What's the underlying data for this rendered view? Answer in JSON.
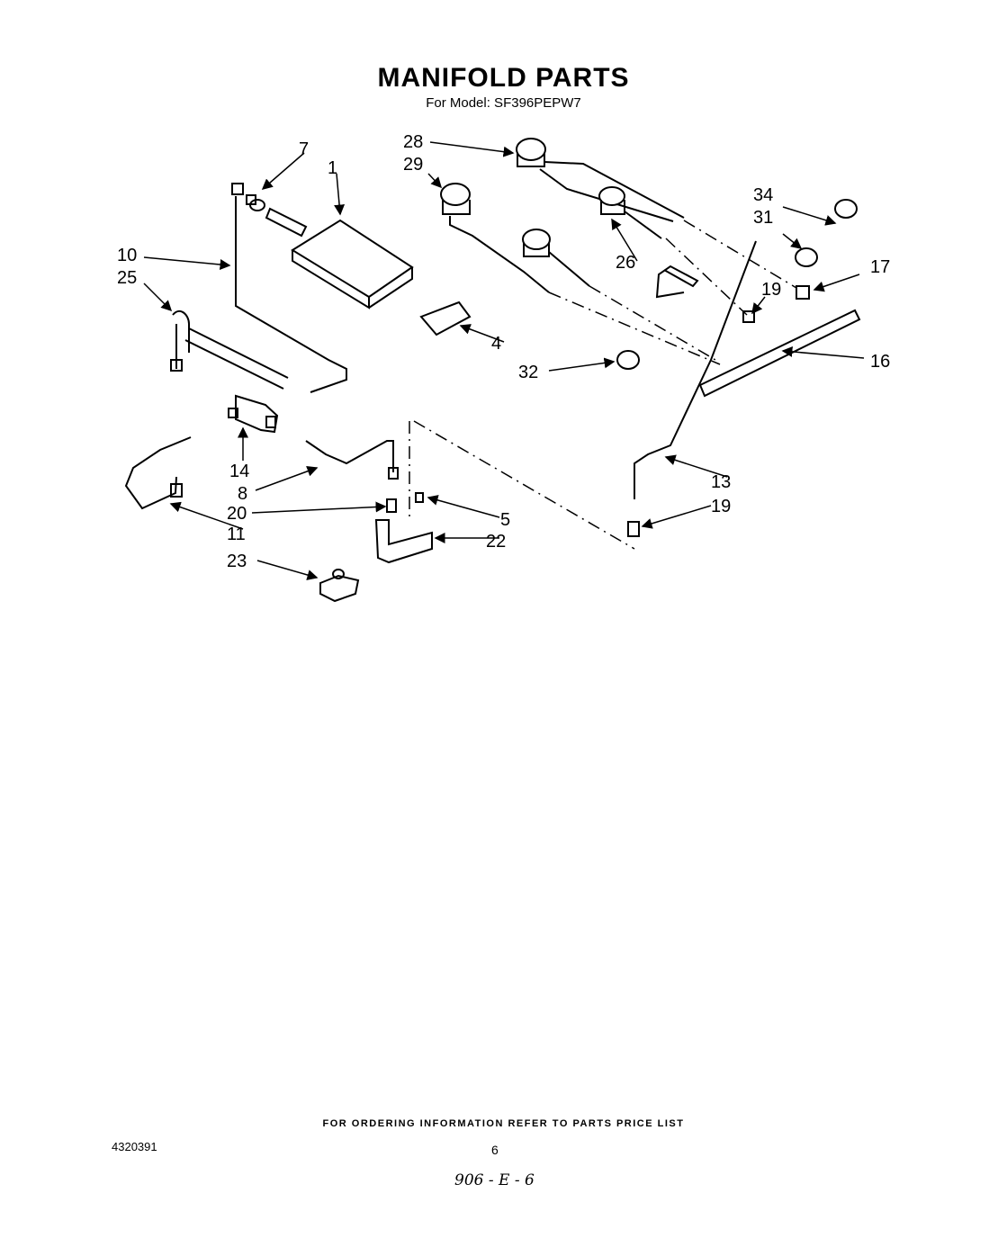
{
  "title": "MANIFOLD PARTS",
  "subtitle": "For Model: SF396PEPW7",
  "callouts": {
    "c1": "1",
    "c4": "4",
    "c5": "5",
    "c7": "7",
    "c8": "8",
    "c10": "10",
    "c11": "11",
    "c13": "13",
    "c14": "14",
    "c16": "16",
    "c17": "17",
    "c19a": "19",
    "c19b": "19",
    "c20": "20",
    "c22": "22",
    "c23": "23",
    "c25": "25",
    "c26": "26",
    "c28": "28",
    "c29": "29",
    "c31": "31",
    "c32": "32",
    "c34": "34"
  },
  "footer": {
    "ordering_note": "FOR ORDERING INFORMATION REFER TO PARTS PRICE LIST",
    "document_number": "4320391",
    "page_number": "6",
    "handwritten_note": "906 - E - 6"
  }
}
